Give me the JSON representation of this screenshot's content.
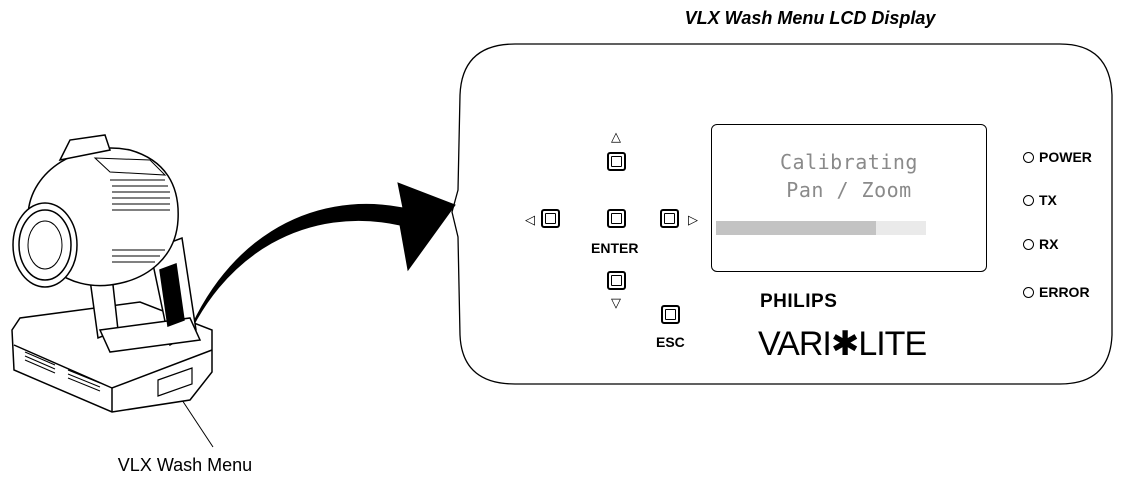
{
  "title": "VLX Wash Menu LCD Display",
  "fixture_label": "VLX Wash Menu",
  "lcd": {
    "line1": "Calibrating",
    "line2": "Pan / Zoom",
    "progress": 0.76
  },
  "buttons": {
    "enter_label": "ENTER",
    "esc_label": "ESC"
  },
  "leds": [
    {
      "label": "POWER"
    },
    {
      "label": "TX"
    },
    {
      "label": "RX"
    },
    {
      "label": "ERROR"
    }
  ],
  "brand": {
    "name": "PHILIPS",
    "logo": "VARI✱LITE"
  },
  "icons": {
    "up": "up-arrow-icon",
    "down": "down-arrow-icon",
    "left": "left-arrow-icon",
    "right": "right-arrow-icon"
  }
}
